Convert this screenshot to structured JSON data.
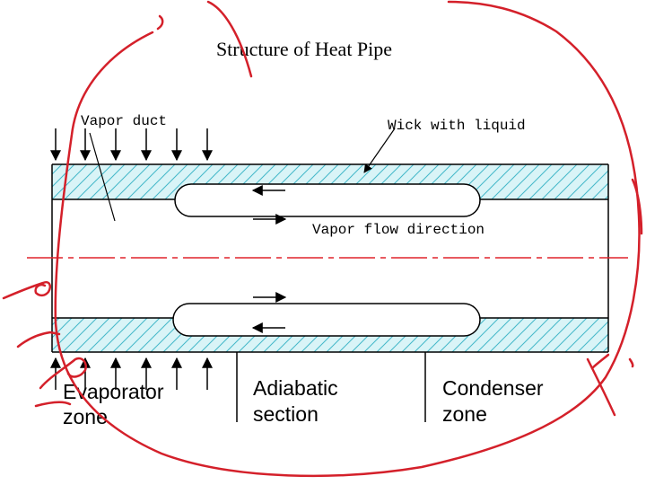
{
  "title": "Structure of Heat Pipe",
  "labels": {
    "vapor_duct": "Vapor duct",
    "wick": "Wick with liquid",
    "vapor_flow": "Vapor flow direction",
    "zones": [
      {
        "line1": "Evaporator",
        "line2": "zone"
      },
      {
        "line1": "Adiabatic",
        "line2": "section"
      },
      {
        "line1": "Condenser",
        "line2": "zone"
      }
    ]
  },
  "colors": {
    "line": "#000000",
    "wick_fill": "#d9f4f7",
    "hatch": "#44b8c9",
    "centerline": "#e0242c",
    "annotation": "#d4202a"
  }
}
